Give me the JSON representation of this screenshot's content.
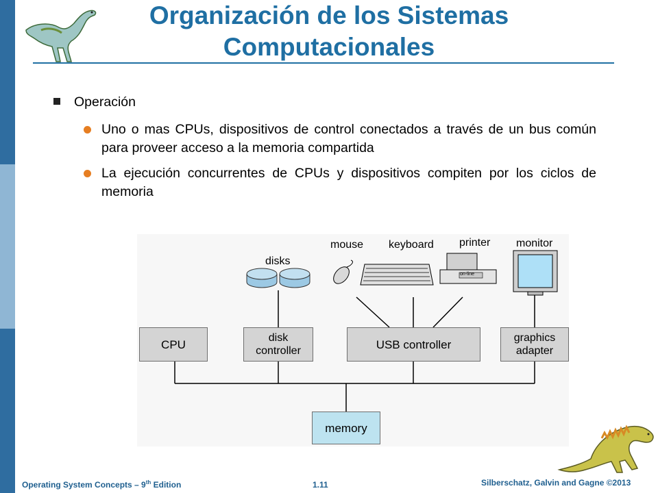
{
  "slide": {
    "title_line1": "Organización de los Sistemas",
    "title_line2": "Computacionales",
    "heading": "Operación",
    "bullets": [
      "Uno o mas CPUs, dispositivos de control conectados a través de un bus común para proveer acceso a la memoria compartida",
      "La ejecución concurrentes de CPUs y dispositivos compiten por los ciclos de memoria"
    ]
  },
  "diagram": {
    "devices": {
      "disks": "disks",
      "mouse": "mouse",
      "keyboard": "keyboard",
      "printer": "printer",
      "printer_panel": "on-line",
      "monitor": "monitor"
    },
    "controllers": {
      "cpu": "CPU",
      "disk_line1": "disk",
      "disk_line2": "controller",
      "usb": "USB controller",
      "graphics_line1": "graphics",
      "graphics_line2": "adapter"
    },
    "memory": "memory"
  },
  "footer": {
    "book": "Operating System Concepts – 9",
    "edition_sup": "th",
    "edition_suffix": " Edition",
    "page": "1.11",
    "authors": "Silberschatz, Galvin and Gagne ©2013"
  },
  "colors": {
    "title": "#1f6fa3",
    "sidebar": "#2f6da0",
    "bullet_level1": "#222222",
    "bullet_level2": "#e67e22",
    "box_fill": "#d4d4d4",
    "memory_fill": "#bde3f0",
    "footer_text": "#1f5f8f"
  }
}
